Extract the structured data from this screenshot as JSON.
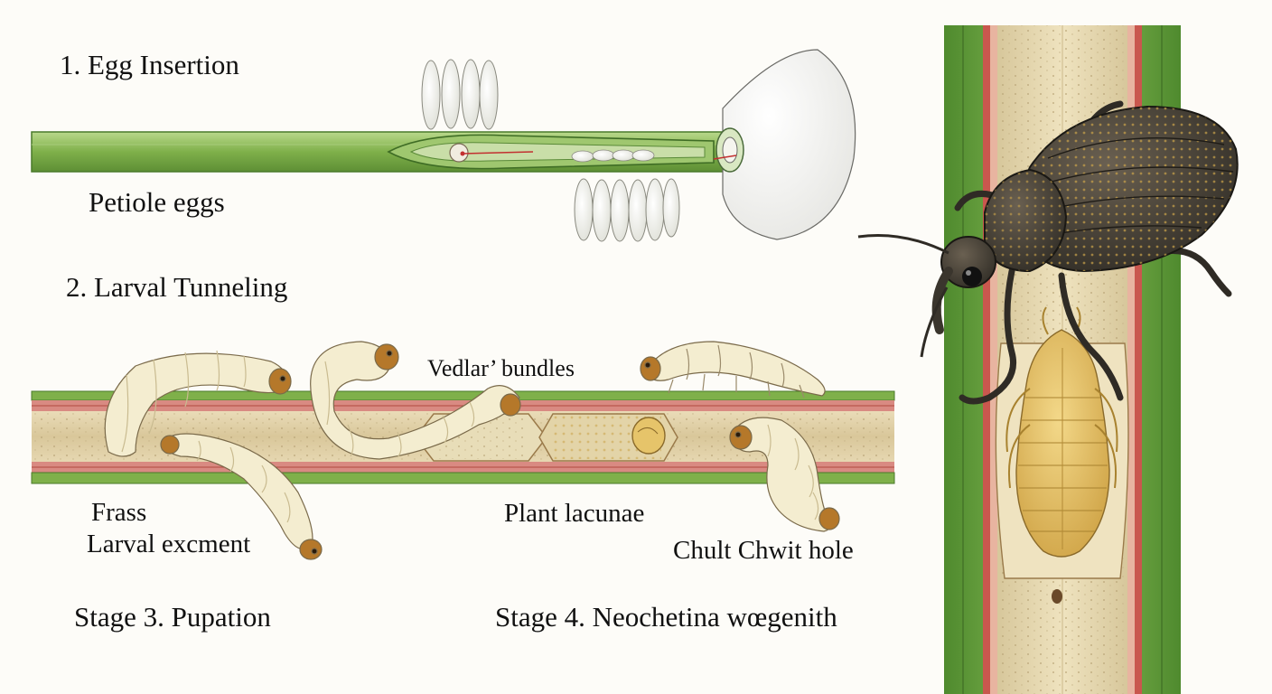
{
  "stages": {
    "egg_insertion": {
      "title": "1. Egg Insertion",
      "caption": "Petiole eggs"
    },
    "larval_tunneling": {
      "title": "2. Larval Tunneling",
      "vascular_label": "Vedlar’ bundles",
      "frass_label": "Frass",
      "excrement_label": "Larval excment",
      "lacunae_label": "Plant lacunae",
      "exit_hole_label": "Chult Chwit hole"
    },
    "pupation": {
      "title": "Stage 3. Pupation"
    },
    "adult": {
      "title": "Stage 4. Neochetina wœgenith"
    }
  },
  "colors": {
    "stem_green": "#7fb04a",
    "stem_dark": "#4a7a2a",
    "pith": "#e4d6b0",
    "vessel_red": "#c8625a",
    "larva": "#f4edd0",
    "larva_head": "#b5782a",
    "pupa": "#e8c560",
    "weevil": "#3d3a33",
    "weevil_spots": "#c48a2a",
    "egg": "#f7f7f2"
  }
}
